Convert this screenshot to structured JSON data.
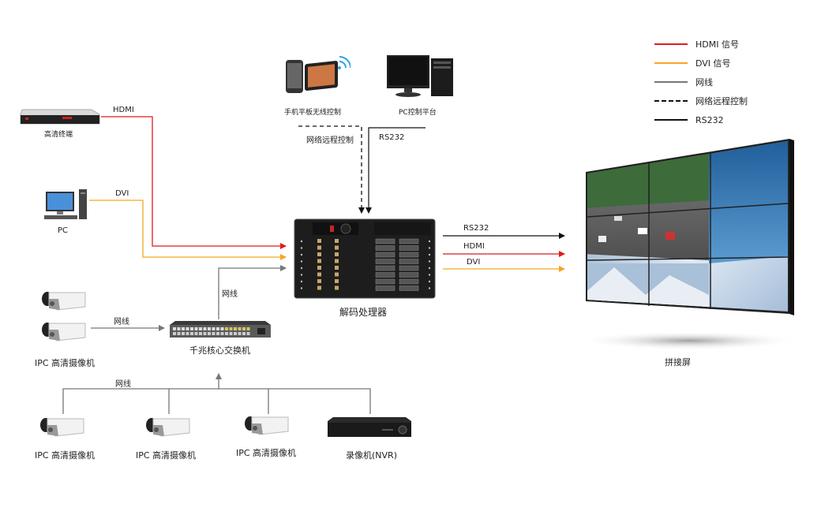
{
  "colors": {
    "hdmi": "#e01b1b",
    "dvi": "#f5a623",
    "network": "#777777",
    "remote": "#111111",
    "rs232": "#111111"
  },
  "legend": [
    {
      "label": "HDMI 信号",
      "type": "hdmi"
    },
    {
      "label": "DVI 信号",
      "type": "dvi"
    },
    {
      "label": "网线",
      "type": "network"
    },
    {
      "label": "网络远程控制",
      "type": "remote"
    },
    {
      "label": "RS232",
      "type": "rs232"
    }
  ],
  "devices": {
    "hd_terminal": "高清终端",
    "pc": "PC",
    "mobile_control": "手机平板无线控制",
    "pc_control": "PC控制平台",
    "decoder": "解码处理器",
    "switch": "千兆核心交换机",
    "video_wall": "拼接屏",
    "ipc_left": "IPC 高清摄像机",
    "ipc_bottom_1": "IPC 高清摄像机",
    "ipc_bottom_2": "IPC 高清摄像机",
    "ipc_bottom_3": "IPC 高清摄像机",
    "nvr": "录像机(NVR)"
  },
  "connections": {
    "hd_terminal_to_decoder": "HDMI",
    "pc_to_decoder": "DVI",
    "remote_control": "网络远程控制",
    "pc_control_rs232": "RS232",
    "switch_to_decoder": "网线",
    "ipc_to_switch": "网线",
    "bottom_to_switch": "网线",
    "out_rs232": "RS232",
    "out_hdmi": "HDMI",
    "out_dvi": "DVI"
  }
}
